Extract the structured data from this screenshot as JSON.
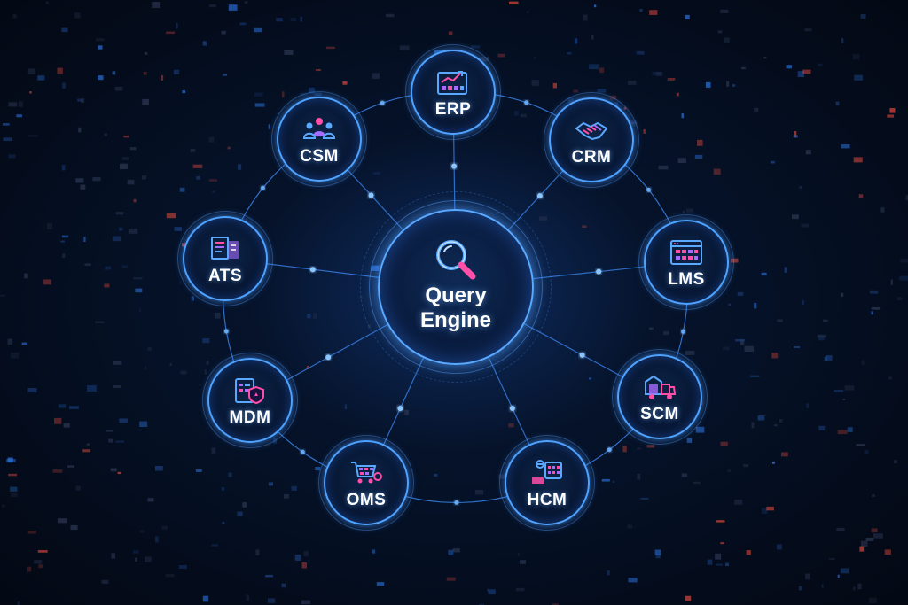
{
  "hub": {
    "title_line1": "Query",
    "title_line2": "Engine",
    "icon": "magnifier-icon"
  },
  "nodes": [
    {
      "id": "erp",
      "label": "ERP",
      "icon": "dashboard-chart-icon"
    },
    {
      "id": "crm",
      "label": "CRM",
      "icon": "handshake-icon"
    },
    {
      "id": "lms",
      "label": "LMS",
      "icon": "browser-grid-icon"
    },
    {
      "id": "scm",
      "label": "SCM",
      "icon": "truck-warehouse-icon"
    },
    {
      "id": "hcm",
      "label": "HCM",
      "icon": "people-schedule-icon"
    },
    {
      "id": "oms",
      "label": "OMS",
      "icon": "shopping-cart-icon"
    },
    {
      "id": "mdm",
      "label": "MDM",
      "icon": "data-shield-icon"
    },
    {
      "id": "ats",
      "label": "ATS",
      "icon": "documents-icon"
    },
    {
      "id": "csm",
      "label": "CSM",
      "icon": "team-icon"
    }
  ],
  "colors": {
    "background": "#03070f",
    "line": "#3f8fff",
    "glow": "#4fa3ff",
    "icon_blue": "#5aa9ff",
    "icon_pink": "#ff4fa8",
    "icon_purple": "#a66bff",
    "accent_red": "#ff3b3b"
  }
}
